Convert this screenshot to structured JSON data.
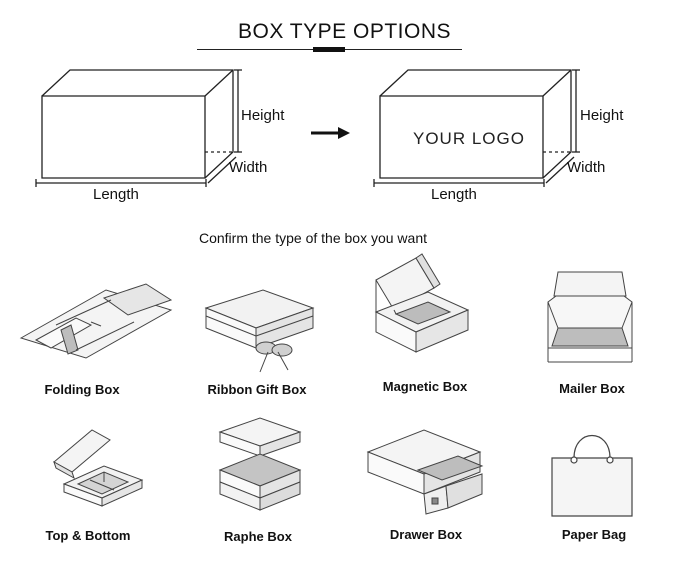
{
  "header": {
    "title": "BOX TYPE OPTIONS"
  },
  "dimension_diagram": {
    "plain_box": {
      "height_label": "Height",
      "width_label": "Width",
      "length_label": "Length"
    },
    "logo_box": {
      "logo_text": "YOUR LOGO",
      "height_label": "Height",
      "width_label": "Width",
      "length_label": "Length"
    }
  },
  "subtitle": "Confirm the type of the box you want",
  "box_options": [
    {
      "label": "Folding Box",
      "icon": "folding-box-icon"
    },
    {
      "label": "Ribbon Gift Box",
      "icon": "ribbon-gift-box-icon"
    },
    {
      "label": "Magnetic Box",
      "icon": "magnetic-box-icon"
    },
    {
      "label": "Mailer Box",
      "icon": "mailer-box-icon"
    },
    {
      "label": "Top & Bottom",
      "icon": "top-bottom-box-icon"
    },
    {
      "label": "Raphe Box",
      "icon": "raphe-box-icon"
    },
    {
      "label": "Drawer Box",
      "icon": "drawer-box-icon"
    },
    {
      "label": "Paper Bag",
      "icon": "paper-bag-icon"
    }
  ],
  "colors": {
    "line": "#222222",
    "panel": "#f2f2f2",
    "shade": "#bdbdbd"
  }
}
